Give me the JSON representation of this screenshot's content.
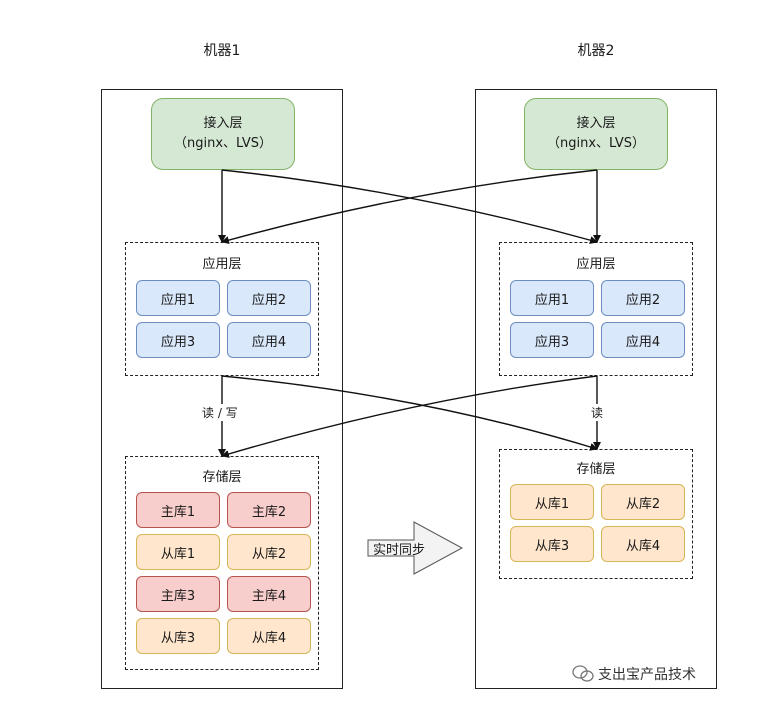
{
  "machine1": {
    "title": "机器1",
    "access_layer": {
      "line1": "接入层",
      "line2": "（nginx、LVS）"
    },
    "app_layer": {
      "label": "应用层",
      "apps": [
        "应用1",
        "应用2",
        "应用3",
        "应用4"
      ]
    },
    "edge_label": "读 / 写",
    "storage_layer": {
      "label": "存储层",
      "rows": [
        [
          "主库1",
          "主库2"
        ],
        [
          "从库1",
          "从库2"
        ],
        [
          "主库3",
          "主库4"
        ],
        [
          "从库3",
          "从库4"
        ]
      ]
    }
  },
  "machine2": {
    "title": "机器2",
    "access_layer": {
      "line1": "接入层",
      "line2": "（nginx、LVS）"
    },
    "app_layer": {
      "label": "应用层",
      "apps": [
        "应用1",
        "应用2",
        "应用3",
        "应用4"
      ]
    },
    "edge_label": "读",
    "storage_layer": {
      "label": "存储层",
      "rows": [
        [
          "从库1",
          "从库2"
        ],
        [
          "从库3",
          "从库4"
        ]
      ]
    }
  },
  "sync_arrow_label": "实时同步",
  "watermark": "支出宝产品技术",
  "colors": {
    "access_fill": "#d5e8d4",
    "app_fill": "#dae8fc",
    "master_fill": "#f8cecc",
    "slave_fill": "#ffe6cc"
  }
}
